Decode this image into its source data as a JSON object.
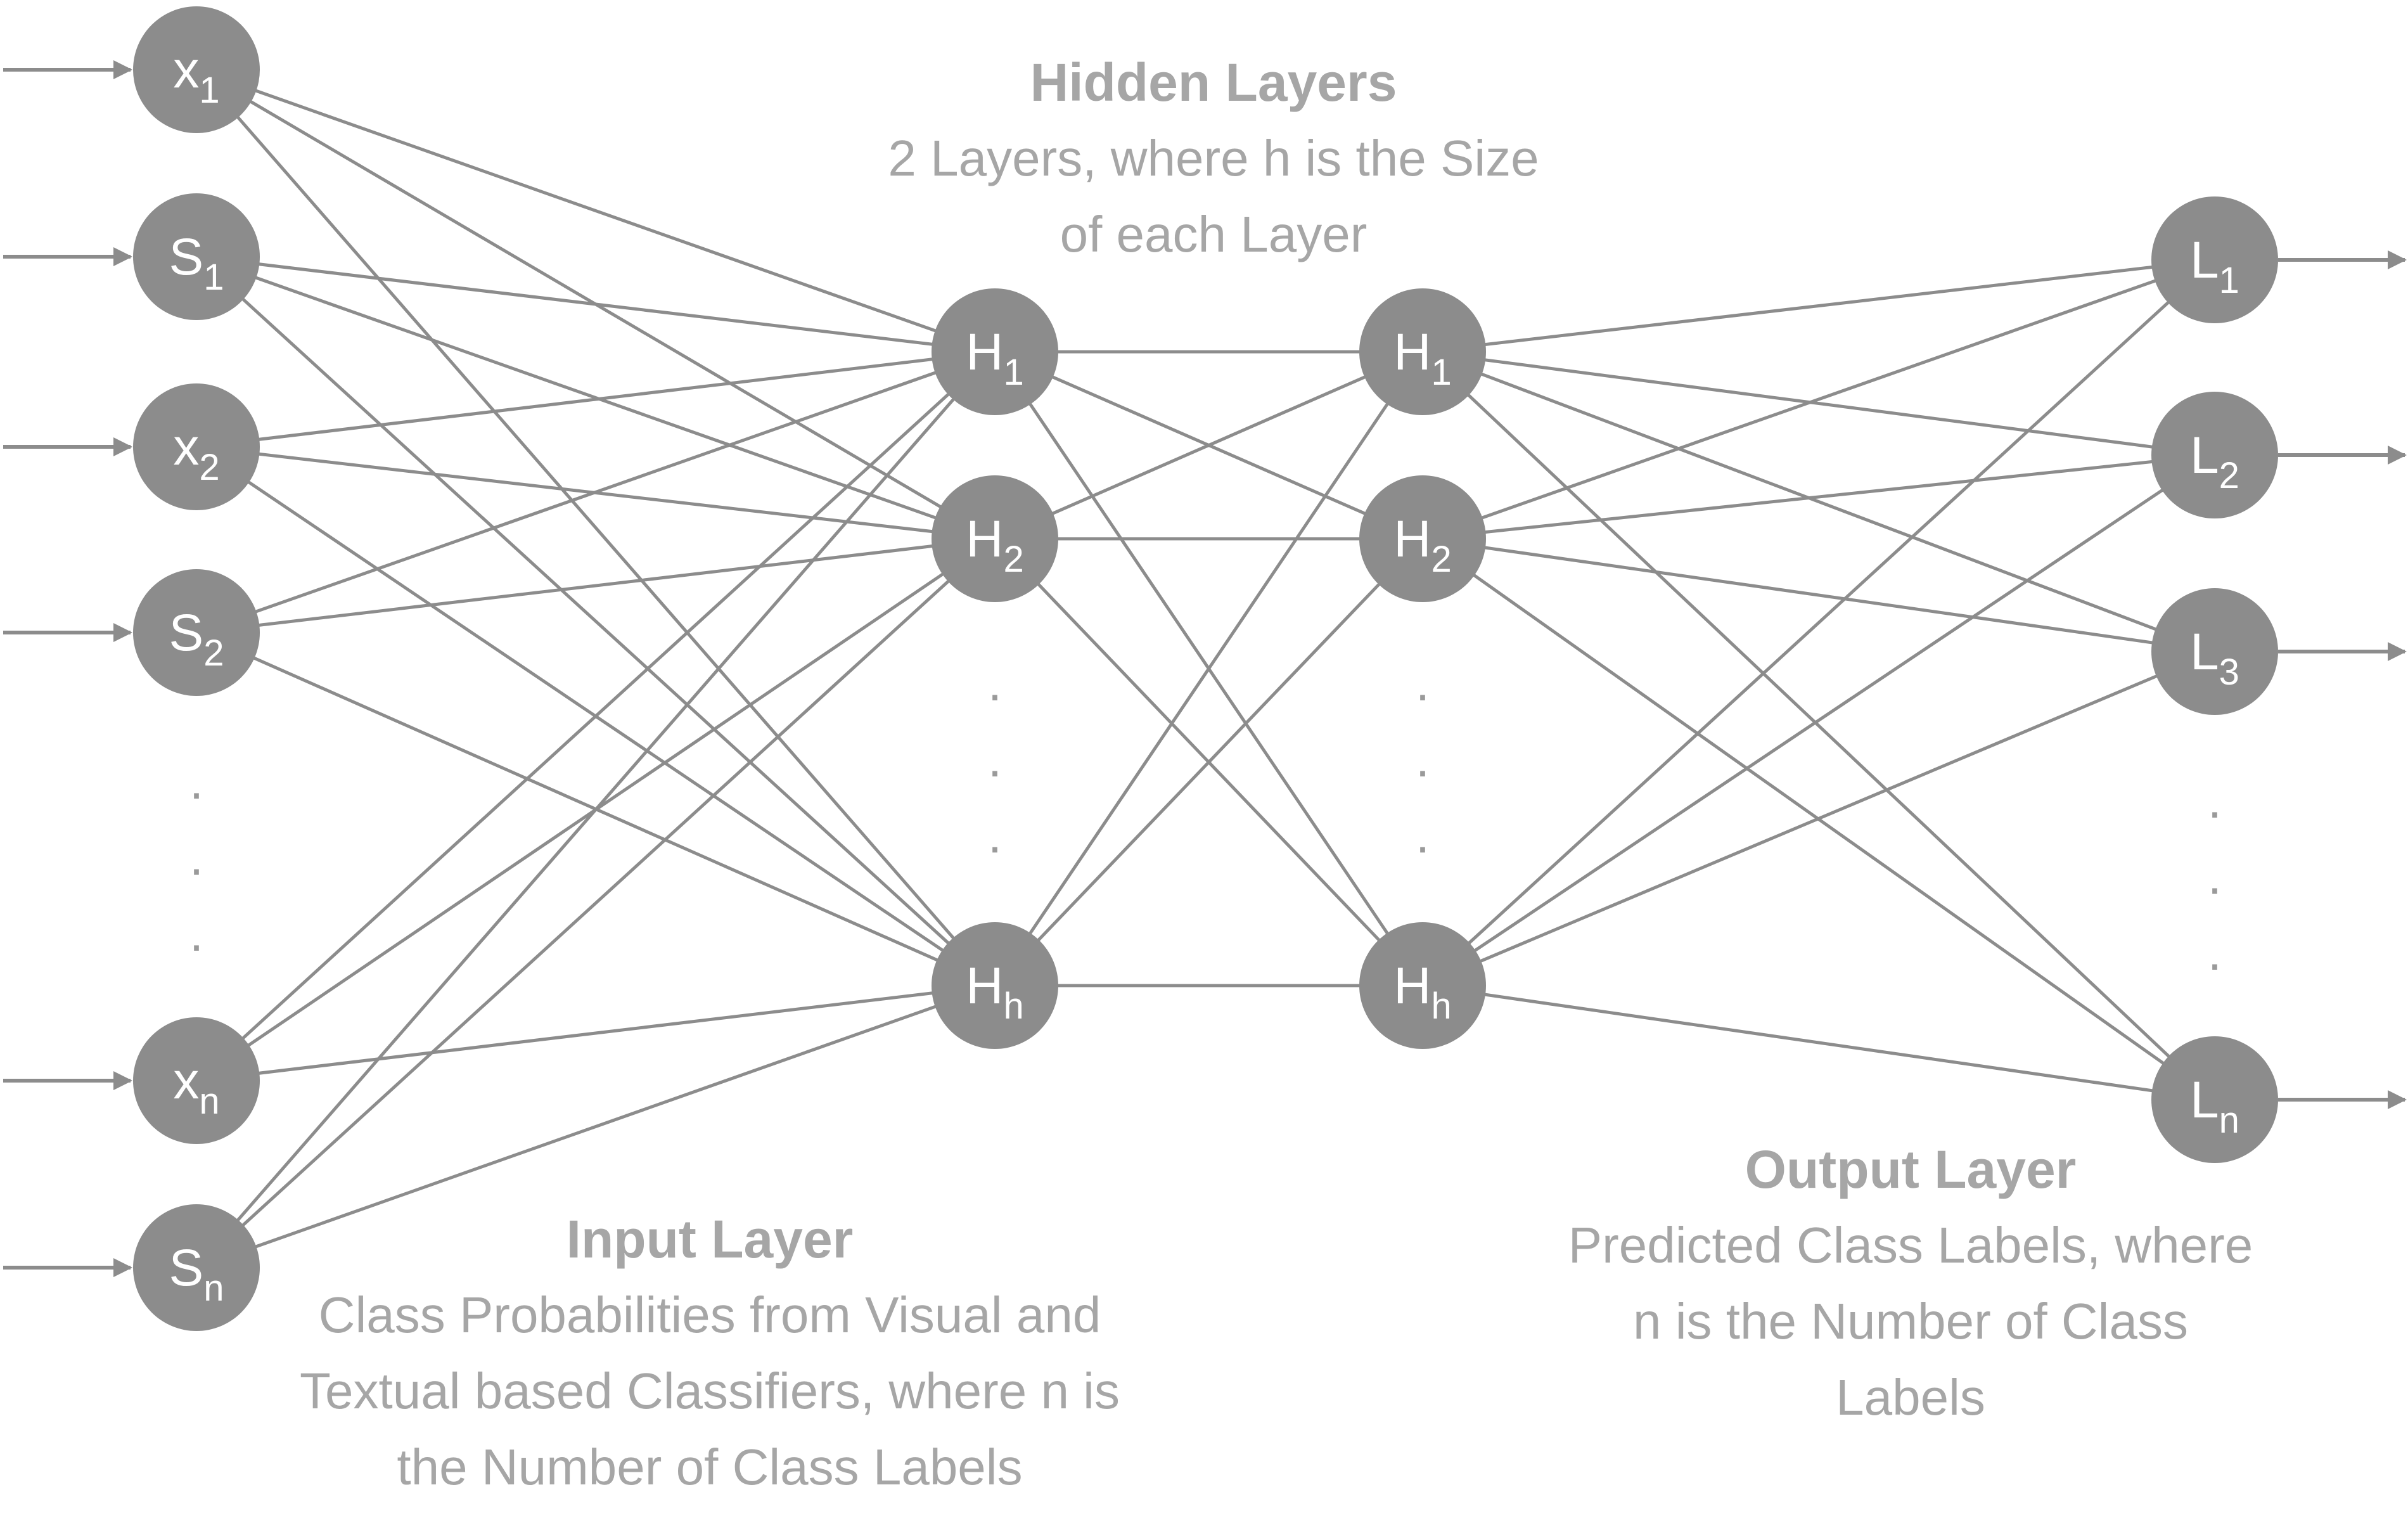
{
  "colors": {
    "node_fill": "#8c8c8c",
    "edge": "#8c8c8c",
    "caption_text": "#a6a6a6"
  },
  "captions": {
    "hidden": {
      "title": "Hidden Layers",
      "lines": [
        "2 Layers, where h is the Size",
        "of each Layer"
      ]
    },
    "input": {
      "title": "Input Layer",
      "lines": [
        "Class Probabilities from Visual and",
        "Textual based Classifiers, where n is",
        "the Number of Class Labels"
      ]
    },
    "output": {
      "title": "Output Layer",
      "lines": [
        "Predicted Class Labels, where",
        "n is the Number of Class",
        "Labels"
      ]
    }
  },
  "layers": {
    "input": {
      "nodes": [
        {
          "base": "x",
          "sub": "1"
        },
        {
          "base": "S",
          "sub": "1"
        },
        {
          "base": "x",
          "sub": "2"
        },
        {
          "base": "S",
          "sub": "2"
        },
        {
          "base": "x",
          "sub": "n"
        },
        {
          "base": "S",
          "sub": "n"
        }
      ],
      "ellipsis_after": 3
    },
    "hidden1": {
      "nodes": [
        {
          "base": "H",
          "sub": "1"
        },
        {
          "base": "H",
          "sub": "2"
        },
        {
          "base": "H",
          "sub": "h"
        }
      ],
      "ellipsis_after": 1
    },
    "hidden2": {
      "nodes": [
        {
          "base": "H",
          "sub": "1"
        },
        {
          "base": "H",
          "sub": "2"
        },
        {
          "base": "H",
          "sub": "h"
        }
      ],
      "ellipsis_after": 1
    },
    "output": {
      "nodes": [
        {
          "base": "L",
          "sub": "1"
        },
        {
          "base": "L",
          "sub": "2"
        },
        {
          "base": "L",
          "sub": "3"
        },
        {
          "base": "L",
          "sub": "n"
        }
      ],
      "ellipsis_after": 2
    }
  },
  "ellipsis_glyph": "."
}
